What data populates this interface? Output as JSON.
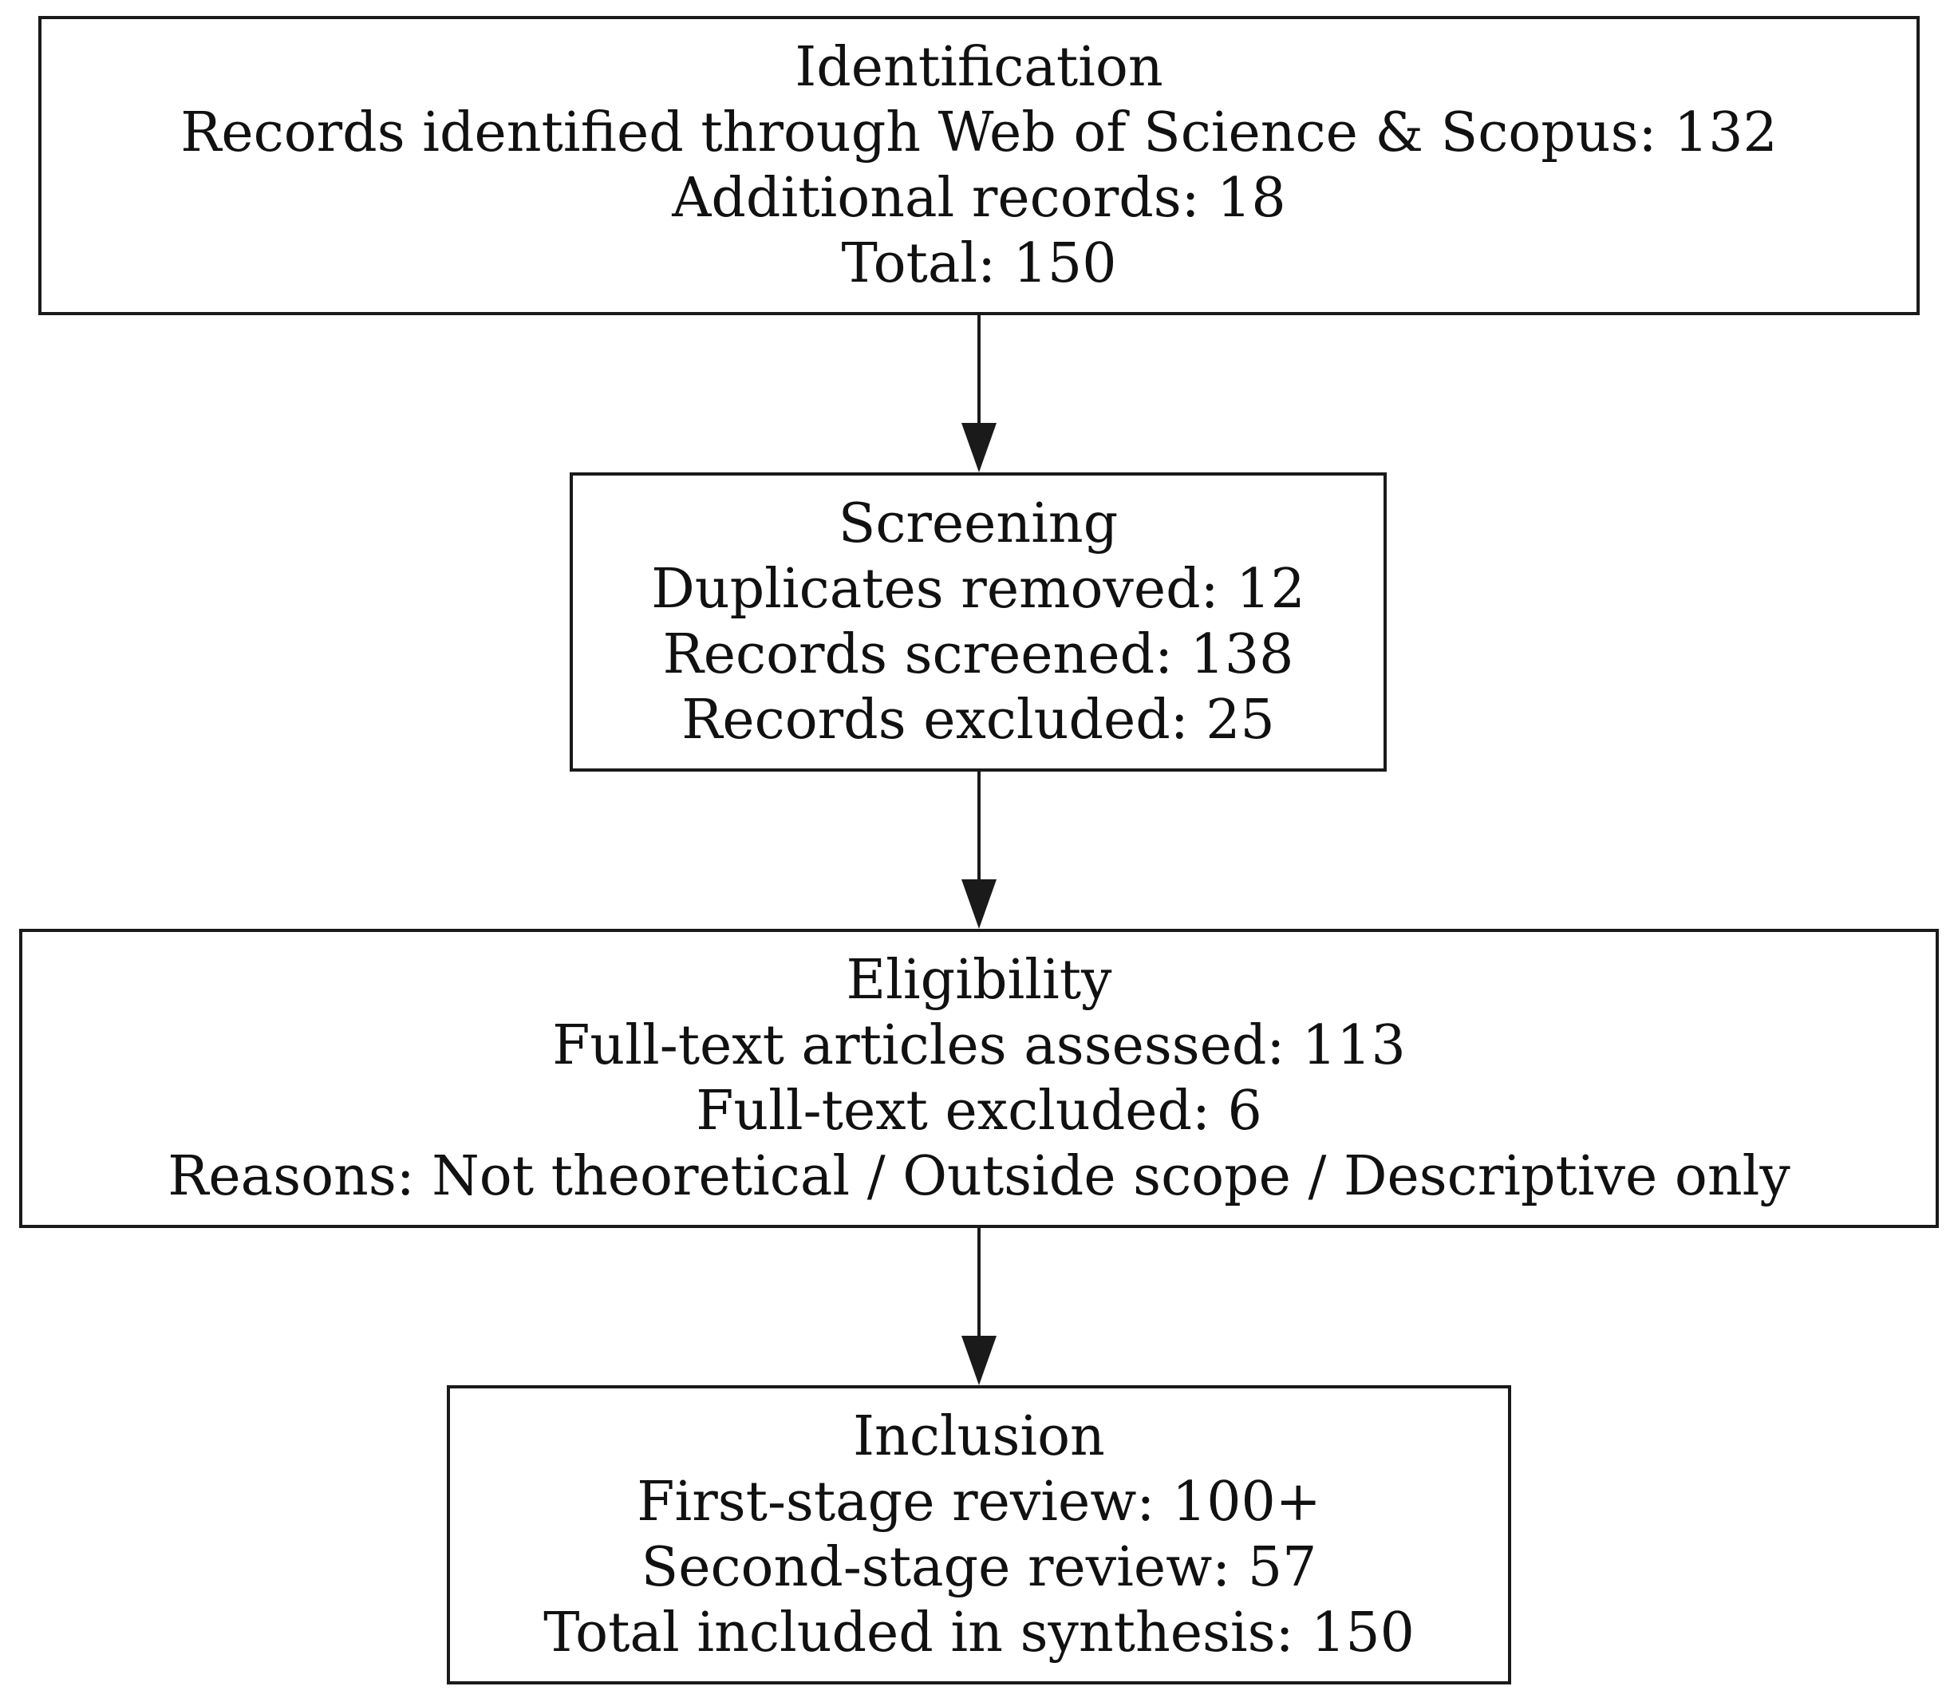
{
  "boxes": {
    "identification": {
      "lines": [
        "Identification",
        "Records identified through Web of Science & Scopus: 132",
        "Additional records: 18",
        "Total: 150"
      ]
    },
    "screening": {
      "lines": [
        "Screening",
        "Duplicates removed: 12",
        "Records screened: 138",
        "Records excluded: 25"
      ]
    },
    "eligibility": {
      "lines": [
        "Eligibility",
        "Full-text articles assessed: 113",
        "Full-text excluded: 6",
        "Reasons: Not theoretical / Outside scope / Descriptive only"
      ]
    },
    "inclusion": {
      "lines": [
        "Inclusion",
        "First-stage review: 100+",
        "Second-stage review: 57",
        "Total included in synthesis: 150"
      ]
    }
  },
  "colors": {
    "stroke": "#1a1a1a",
    "text": "#111111",
    "background": "#ffffff"
  }
}
